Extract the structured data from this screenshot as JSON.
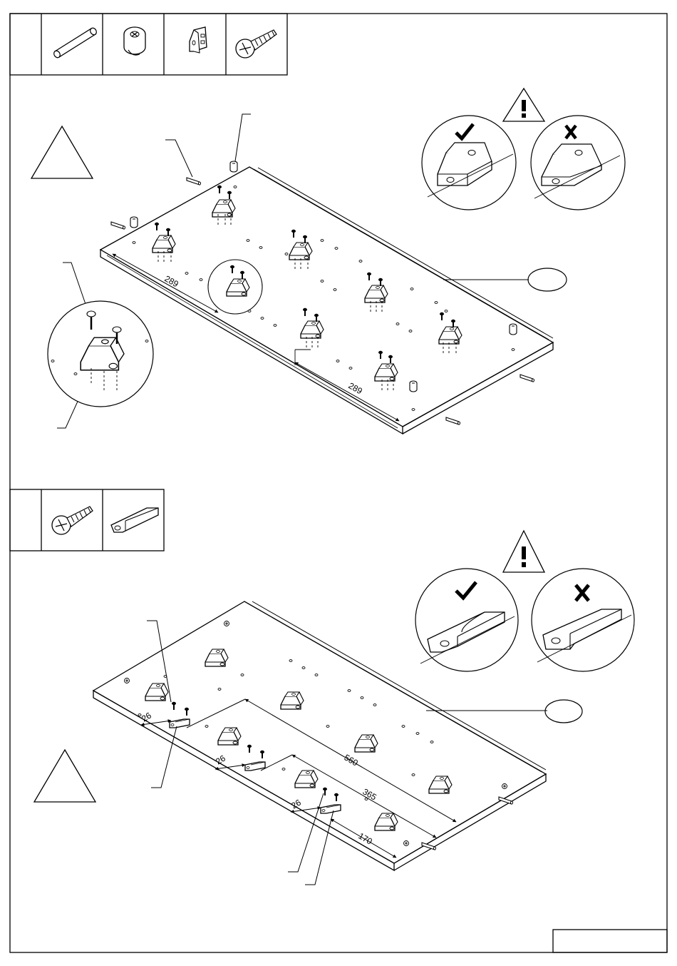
{
  "step1": {
    "dimensions": {
      "left": "289",
      "right": "289"
    }
  },
  "step2": {
    "dimensions": {
      "gap_a": "26",
      "gap_b": "26",
      "gap_c": "26",
      "d560": "560",
      "d365": "365",
      "d170": "170"
    }
  },
  "icons": {
    "parts_row_1": [
      "dowel-icon",
      "cam-lock-icon",
      "shelf-bracket-icon",
      "screw-icon"
    ],
    "parts_row_2": [
      "screw-icon",
      "magnetic-catch-icon"
    ],
    "warning": "warning-triangle-icon",
    "correct": "check-mark-icon",
    "incorrect": "cross-mark-icon"
  }
}
